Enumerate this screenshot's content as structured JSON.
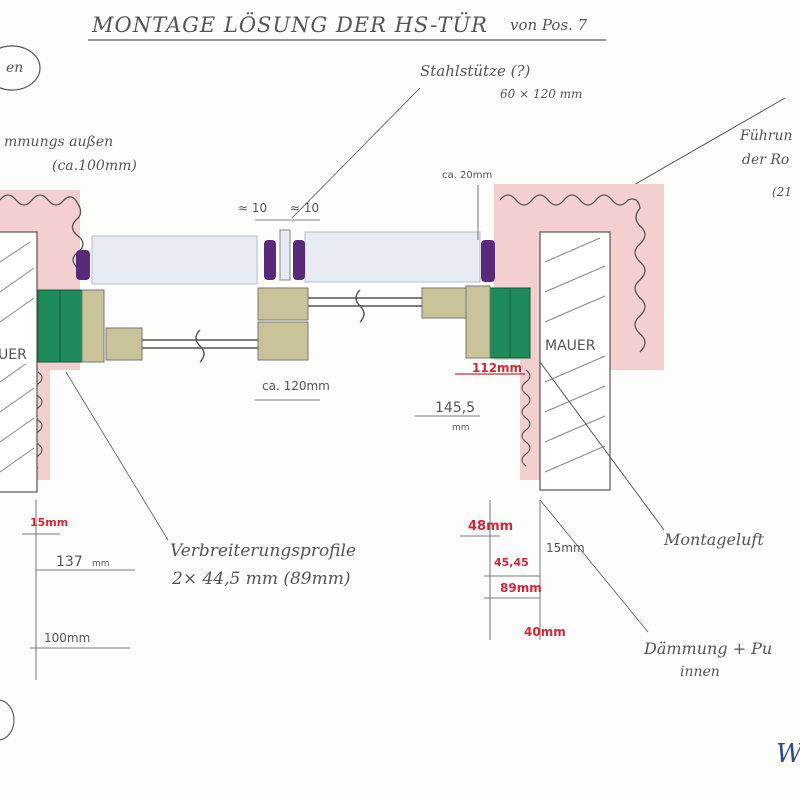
{
  "title": "MONTAGE LÖSUNG DER HS-TÜR",
  "title_pos": "von Pos. 7",
  "corner_note": "en",
  "insulation_outside": {
    "line1": "mmungs außen",
    "line2": "(ca.100mm)"
  },
  "steel_support": {
    "label": "Stahlstütze (?)",
    "size": "60 × 120 mm"
  },
  "right_note": {
    "line1": "Führun",
    "line2": "der Ro",
    "line3": "(21"
  },
  "wall_left": "UER",
  "wall_right": "MAUER",
  "dims_top": {
    "gap_left": "≈ 10",
    "gap_right": "≈ 10",
    "ca20": "ca. 20mm",
    "ca120": "ca. 120mm"
  },
  "dims_red": {
    "d112": "112mm",
    "d15_left": "15mm",
    "d48": "48mm",
    "d4545": "45,45",
    "d89": "89mm",
    "d40": "40mm"
  },
  "dims_grey": {
    "d145": "145,5",
    "d145_unit": "mm",
    "d137": "137",
    "d137_unit": "mm",
    "d100": "100mm",
    "d15_right": "15mm"
  },
  "labels": {
    "profiles_line1": "Verbreiterungsprofile",
    "profiles_line2": "2× 44,5 mm (89mm)",
    "gap_label": "Montageluft",
    "insulation_inside_line1": "Dämmung + Pu",
    "insulation_inside_line2": "innen"
  },
  "signature": "W",
  "colors": {
    "pink": "#f3cfcf",
    "green": "#1f8a5a",
    "purple": "#5a2a7a",
    "olive": "#c9c39a",
    "glass": "#e7ecf2",
    "red": "#d2263a"
  }
}
